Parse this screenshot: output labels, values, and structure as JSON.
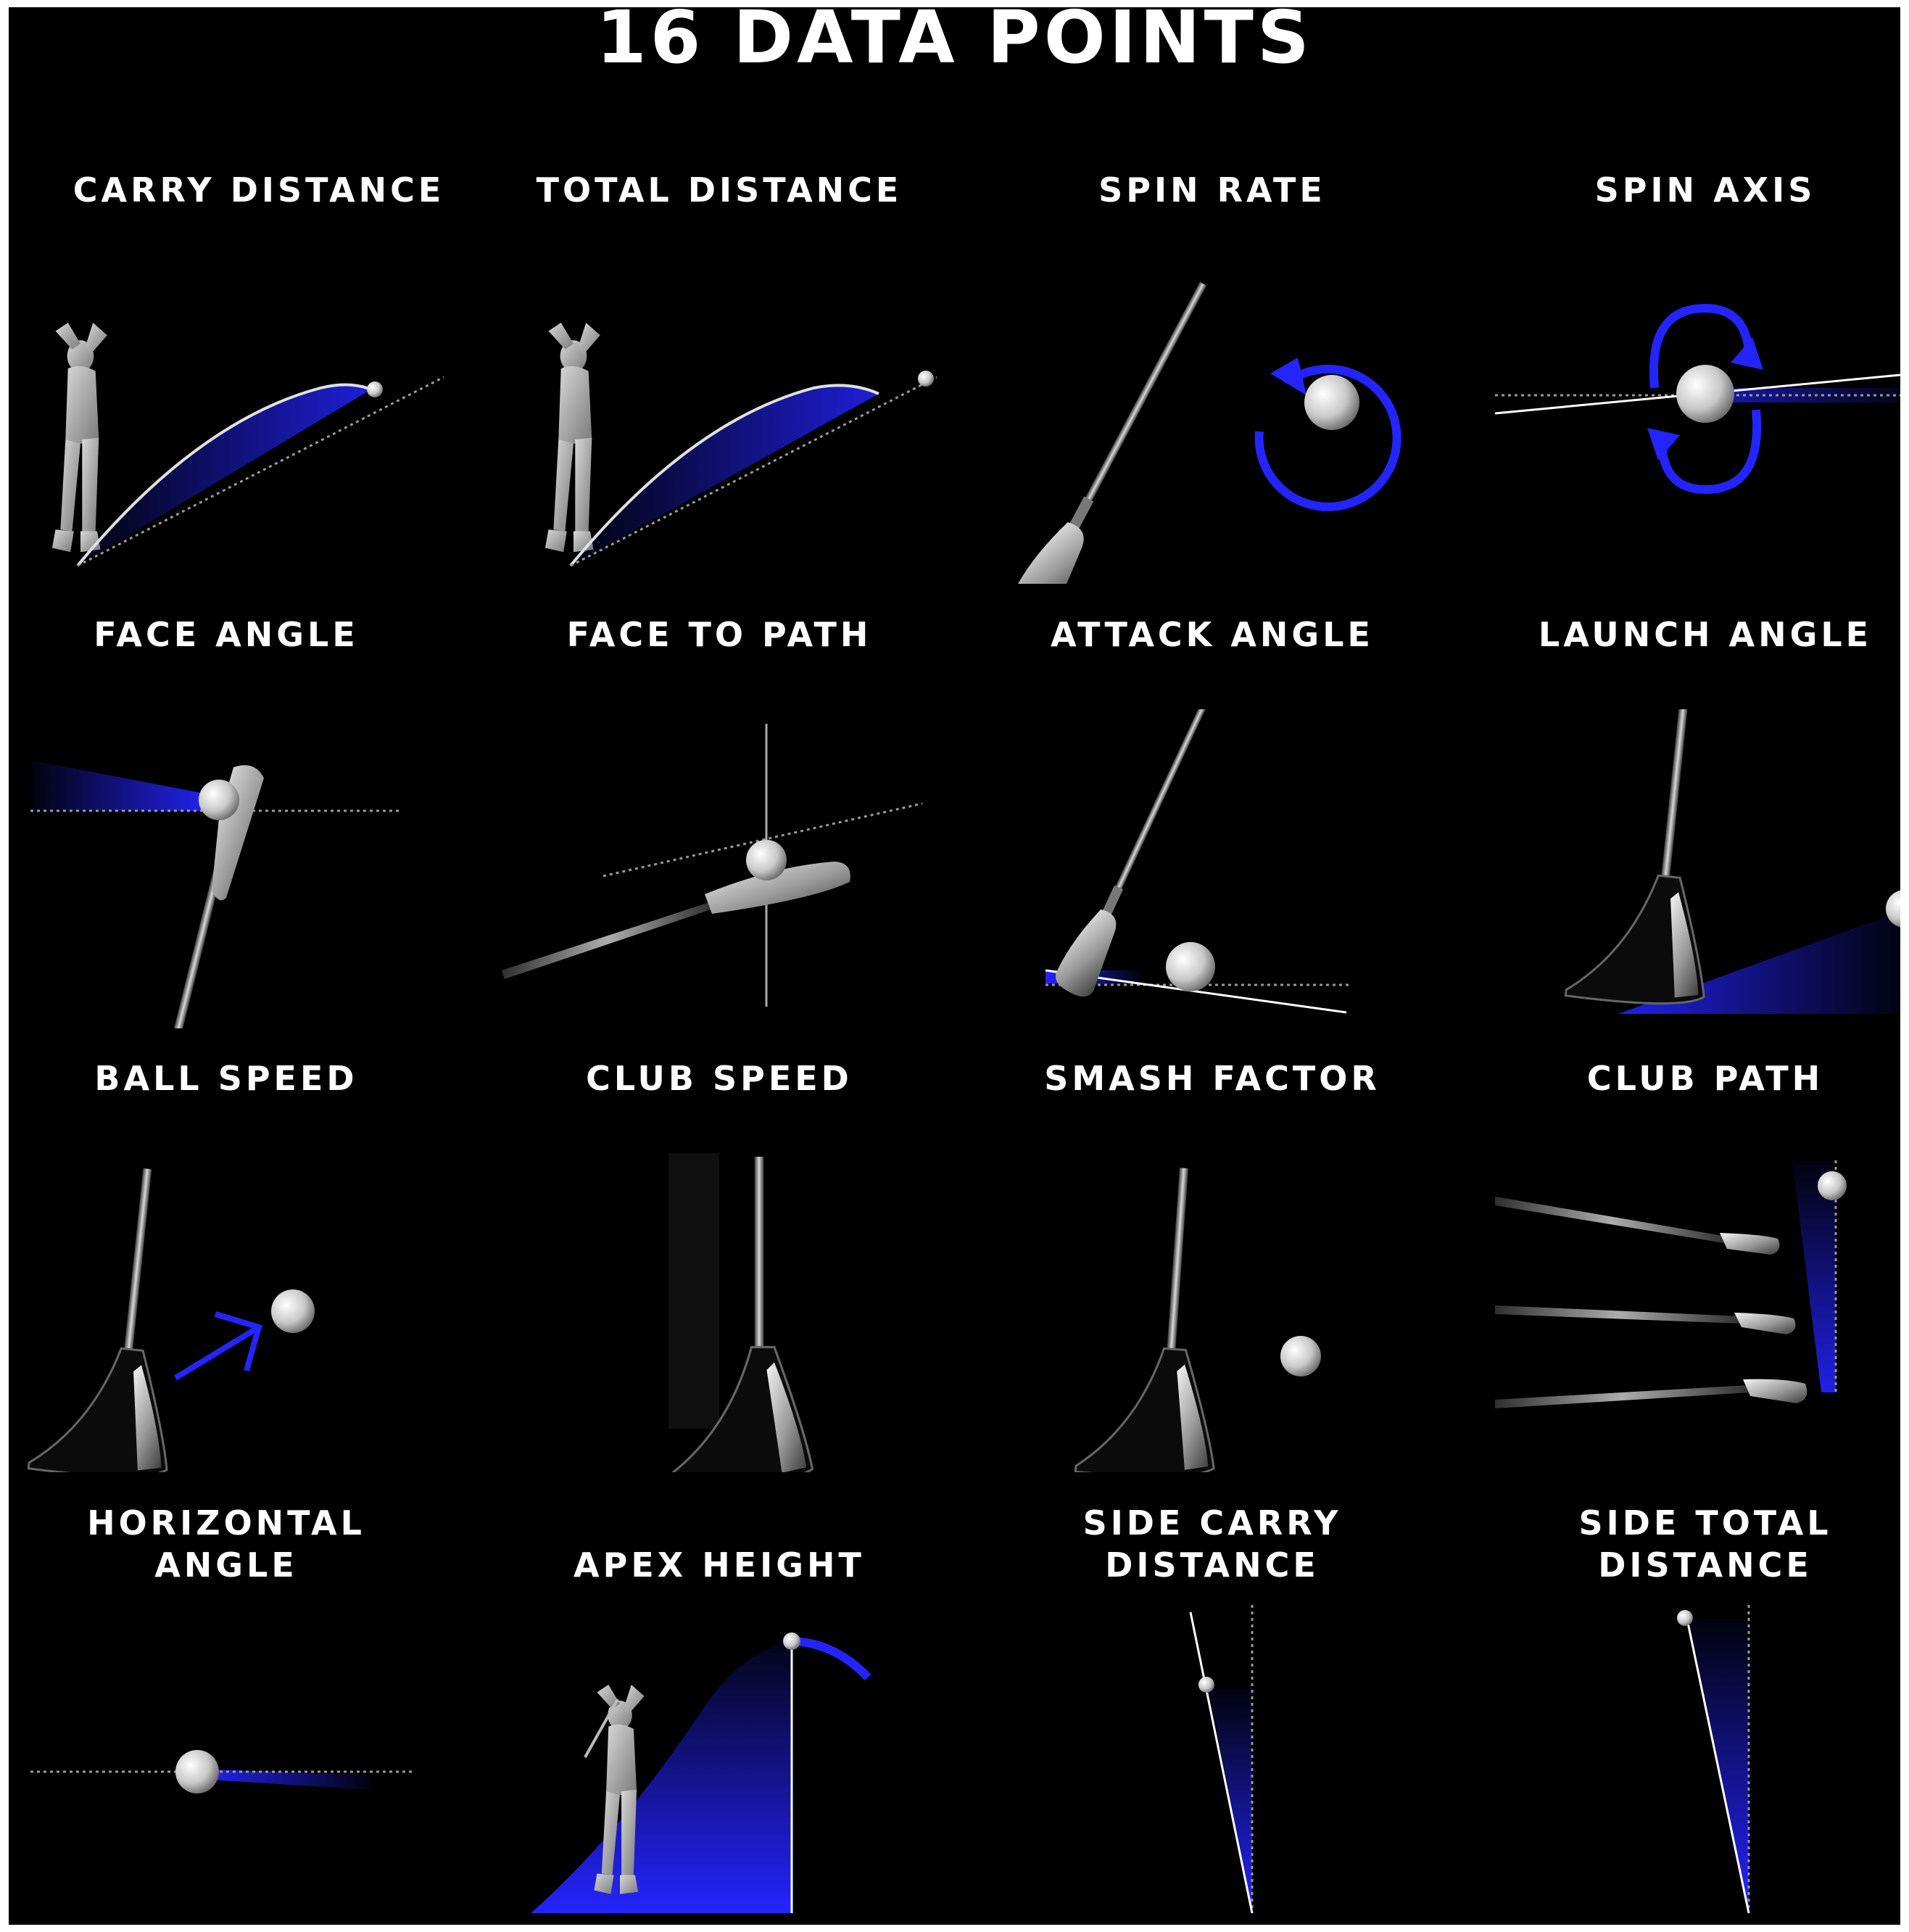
{
  "title": "16 DATA POINTS",
  "metrics": [
    {
      "id": "carry-distance",
      "lines": [
        "CARRY DISTANCE"
      ],
      "art": "carry"
    },
    {
      "id": "total-distance",
      "lines": [
        "TOTAL DISTANCE"
      ],
      "art": "total"
    },
    {
      "id": "spin-rate",
      "lines": [
        "SPIN RATE"
      ],
      "art": "spinrate"
    },
    {
      "id": "spin-axis",
      "lines": [
        "SPIN AXIS"
      ],
      "art": "spinaxis"
    },
    {
      "id": "face-angle",
      "lines": [
        "FACE ANGLE"
      ],
      "art": "faceangle"
    },
    {
      "id": "face-to-path",
      "lines": [
        "FACE TO PATH"
      ],
      "art": "facetopath"
    },
    {
      "id": "attack-angle",
      "lines": [
        "ATTACK ANGLE"
      ],
      "art": "attack"
    },
    {
      "id": "launch-angle",
      "lines": [
        "LAUNCH ANGLE"
      ],
      "art": "launch"
    },
    {
      "id": "ball-speed",
      "lines": [
        "BALL SPEED"
      ],
      "art": "ballspeed"
    },
    {
      "id": "club-speed",
      "lines": [
        "CLUB SPEED"
      ],
      "art": "clubspeed"
    },
    {
      "id": "smash-factor",
      "lines": [
        "SMASH FACTOR"
      ],
      "art": "smash"
    },
    {
      "id": "club-path",
      "lines": [
        "CLUB PATH"
      ],
      "art": "clubpath"
    },
    {
      "id": "horizontal-angle",
      "lines": [
        "HORIZONTAL",
        "ANGLE"
      ],
      "art": "horizontal"
    },
    {
      "id": "apex-height",
      "lines": [
        "APEX HEIGHT"
      ],
      "art": "apex"
    },
    {
      "id": "side-carry-distance",
      "lines": [
        "SIDE CARRY",
        "DISTANCE"
      ],
      "art": "sidecarry"
    },
    {
      "id": "side-total-distance",
      "lines": [
        "SIDE TOTAL",
        "DISTANCE"
      ],
      "art": "sidetotal"
    }
  ],
  "colors": {
    "accent": "#2424ff",
    "background": "#000000",
    "text": "#ffffff",
    "frame": "#ffffff"
  }
}
